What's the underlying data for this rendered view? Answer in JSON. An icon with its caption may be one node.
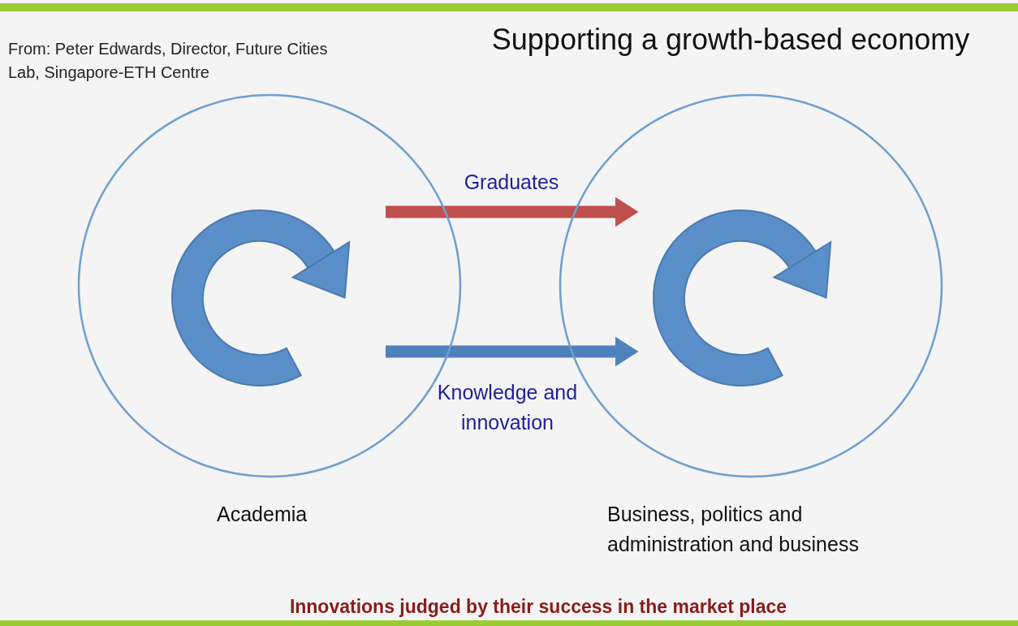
{
  "diagram": {
    "title": "Supporting a growth-based economy",
    "caption": "Innovations judged by their success in the market place",
    "nodes": [
      {
        "text": [
          "Academia"
        ]
      },
      {
        "text": [
          "Business, politics and administration and business"
        ]
      }
    ],
    "edges": [
      {
        "from": 0,
        "to": 1,
        "arrow": "to",
        "label": "Graduates",
        "color": "#c0504d"
      },
      {
        "from": 0,
        "to": 1,
        "arrow": "to",
        "label": "Knowledge and innovation",
        "color": "#4f81bd"
      }
    ],
    "labels": [
      "From: Peter Edwards, Director, Future Cities Lab, Singapore-ETH Centre"
    ]
  }
}
